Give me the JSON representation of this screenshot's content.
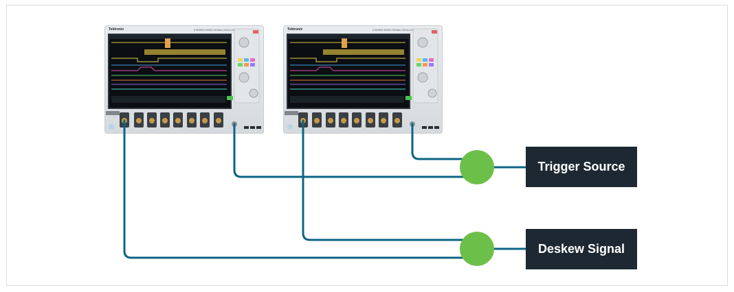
{
  "labels": {
    "trigger_source": "Trigger Source",
    "deskew_signal": "Deskew Signal"
  },
  "oscilloscopes": [
    {
      "brand": "Tektronix",
      "model": "5 SERIES  MIXED SIGNAL OSCILLOSCOPE"
    },
    {
      "brand": "Tektronix",
      "model": "5 SERIES  MIXED SIGNAL OSCILLOSCOPE"
    }
  ],
  "colors": {
    "cable": "#0b6484",
    "node": "#6cc04a",
    "label_bg": "#1d2832",
    "label_text": "#ffffff",
    "frame_border": "#d9dde0"
  }
}
